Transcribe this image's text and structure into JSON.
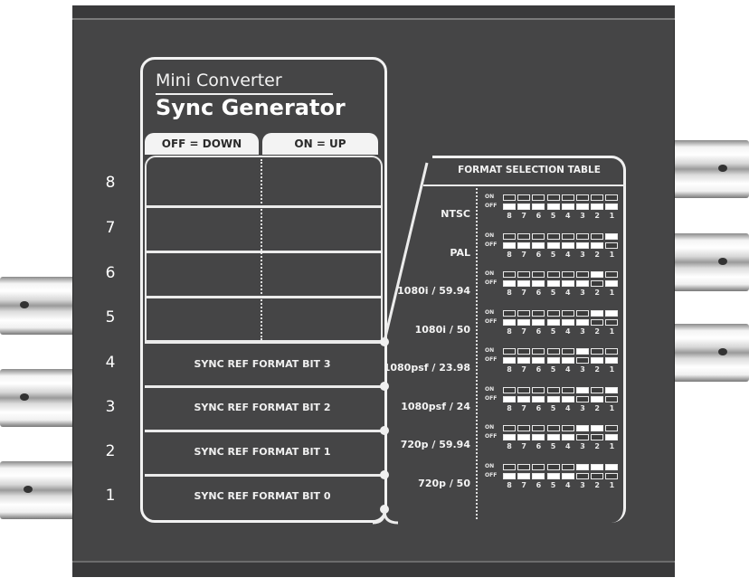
{
  "device": {
    "brand": "Mini Converter",
    "product": "Sync Generator",
    "tabs": {
      "off_label": "OFF = DOWN",
      "on_label": "ON = UP"
    },
    "switch_rows": [
      {
        "number": "8",
        "label": ""
      },
      {
        "number": "7",
        "label": ""
      },
      {
        "number": "6",
        "label": ""
      },
      {
        "number": "5",
        "label": ""
      },
      {
        "number": "4",
        "label": "SYNC REF FORMAT BIT 3"
      },
      {
        "number": "3",
        "label": "SYNC REF FORMAT BIT 2"
      },
      {
        "number": "2",
        "label": "SYNC REF FORMAT BIT 1"
      },
      {
        "number": "1",
        "label": "SYNC REF FORMAT BIT 0"
      }
    ],
    "format_table": {
      "title": "FORMAT SELECTION TABLE",
      "on_label": "ON",
      "off_label": "OFF",
      "bit_numbers": [
        "8",
        "7",
        "6",
        "5",
        "4",
        "3",
        "2",
        "1"
      ],
      "formats": [
        {
          "name": "NTSC",
          "on_bits": []
        },
        {
          "name": "PAL",
          "on_bits": [
            1
          ]
        },
        {
          "name": "1080i / 59.94",
          "on_bits": [
            2
          ]
        },
        {
          "name": "1080i / 50",
          "on_bits": [
            2,
            1
          ]
        },
        {
          "name": "1080psf / 23.98",
          "on_bits": [
            3
          ]
        },
        {
          "name": "1080psf / 24",
          "on_bits": [
            3,
            1
          ]
        },
        {
          "name": "720p / 59.94",
          "on_bits": [
            3,
            2
          ]
        },
        {
          "name": "720p / 50",
          "on_bits": [
            3,
            2,
            1
          ]
        }
      ]
    },
    "connectors": {
      "left_count": 3,
      "right_count": 3
    },
    "colors": {
      "panel": "#454546",
      "print": "#f2f2f2",
      "background": "#ffffff"
    }
  }
}
